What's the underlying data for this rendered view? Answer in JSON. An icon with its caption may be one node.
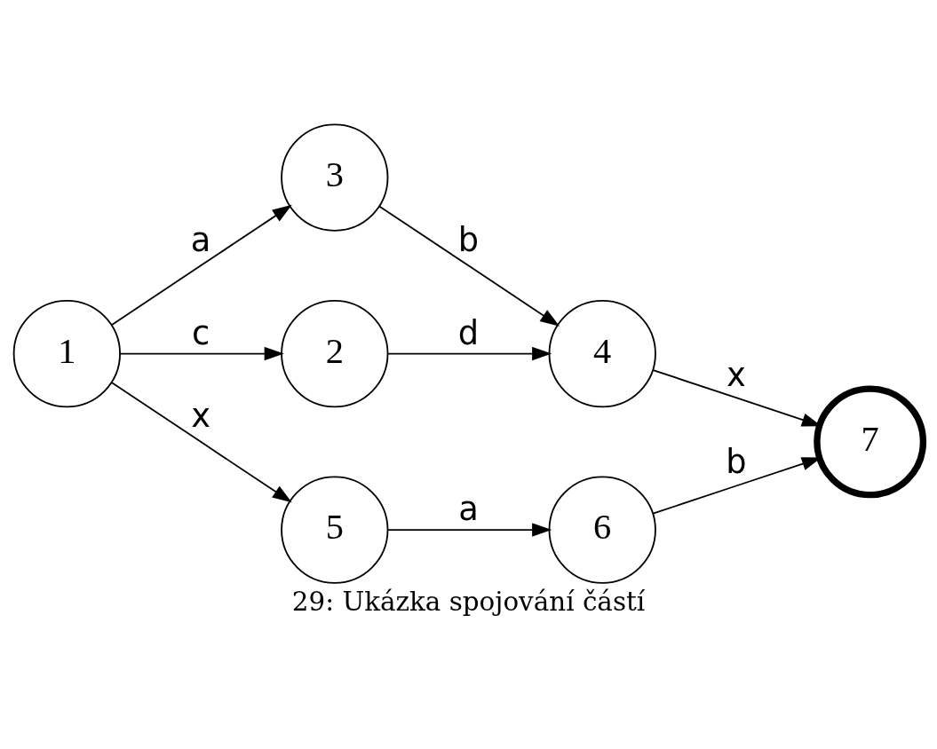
{
  "diagram": {
    "caption": "29: Ukázka spojování částí",
    "nodes": [
      {
        "text": [
          "1"
        ]
      },
      {
        "text": [
          "3"
        ]
      },
      {
        "text": [
          "2"
        ]
      },
      {
        "text": [
          "4"
        ]
      },
      {
        "text": [
          "7"
        ]
      },
      {
        "text": [
          "5"
        ]
      },
      {
        "text": [
          "6"
        ]
      }
    ],
    "edges": [
      {
        "from": 0,
        "to": 1,
        "arrow": "to",
        "label": "a"
      },
      {
        "from": 0,
        "to": 2,
        "arrow": "to",
        "label": "c"
      },
      {
        "from": 1,
        "to": 3,
        "arrow": "to",
        "label": "b"
      },
      {
        "from": 2,
        "to": 3,
        "arrow": "to",
        "label": "d"
      },
      {
        "from": 3,
        "to": 4,
        "arrow": "to",
        "label": "x"
      },
      {
        "from": 0,
        "to": 5,
        "arrow": "to",
        "label": "x"
      },
      {
        "from": 5,
        "to": 6,
        "arrow": "to",
        "label": "a"
      },
      {
        "from": 6,
        "to": 4,
        "arrow": "to",
        "label": "b"
      }
    ]
  }
}
